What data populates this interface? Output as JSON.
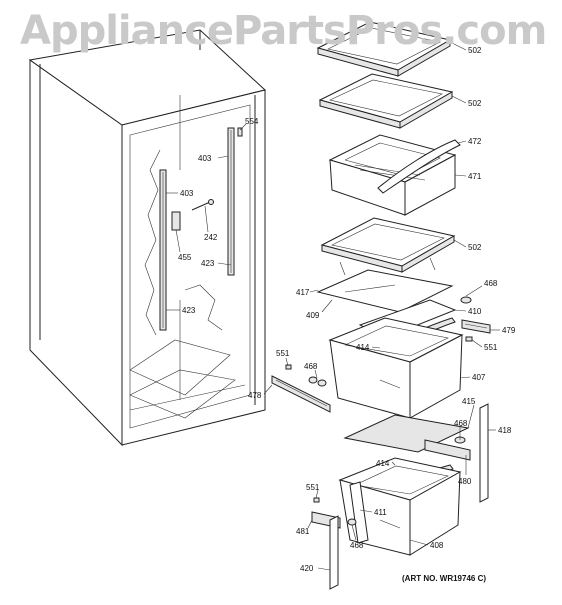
{
  "watermark": "AppliancePartsPros.com",
  "art_number": "(ART NO. WR19746 C)",
  "callouts": [
    {
      "id": "c502a",
      "label": "502"
    },
    {
      "id": "c502b",
      "label": "502"
    },
    {
      "id": "c472",
      "label": "472"
    },
    {
      "id": "c471",
      "label": "471"
    },
    {
      "id": "c502c",
      "label": "502"
    },
    {
      "id": "c554",
      "label": "554"
    },
    {
      "id": "c403a",
      "label": "403"
    },
    {
      "id": "c403b",
      "label": "403"
    },
    {
      "id": "c242",
      "label": "242"
    },
    {
      "id": "c455",
      "label": "455"
    },
    {
      "id": "c423a",
      "label": "423"
    },
    {
      "id": "c423b",
      "label": "423"
    },
    {
      "id": "c417",
      "label": "417"
    },
    {
      "id": "c409",
      "label": "409"
    },
    {
      "id": "c468a",
      "label": "468"
    },
    {
      "id": "c410",
      "label": "410"
    },
    {
      "id": "c479",
      "label": "479"
    },
    {
      "id": "c551a",
      "label": "551"
    },
    {
      "id": "c414a",
      "label": "414"
    },
    {
      "id": "c551b",
      "label": "551"
    },
    {
      "id": "c468b",
      "label": "468"
    },
    {
      "id": "c407",
      "label": "407"
    },
    {
      "id": "c478",
      "label": "478"
    },
    {
      "id": "c415",
      "label": "415"
    },
    {
      "id": "c468c",
      "label": "468"
    },
    {
      "id": "c418",
      "label": "418"
    },
    {
      "id": "c414b",
      "label": "414"
    },
    {
      "id": "c480",
      "label": "480"
    },
    {
      "id": "c551c",
      "label": "551"
    },
    {
      "id": "c411",
      "label": "411"
    },
    {
      "id": "c481",
      "label": "481"
    },
    {
      "id": "c468d",
      "label": "468"
    },
    {
      "id": "c408",
      "label": "408"
    },
    {
      "id": "c420",
      "label": "420"
    }
  ]
}
